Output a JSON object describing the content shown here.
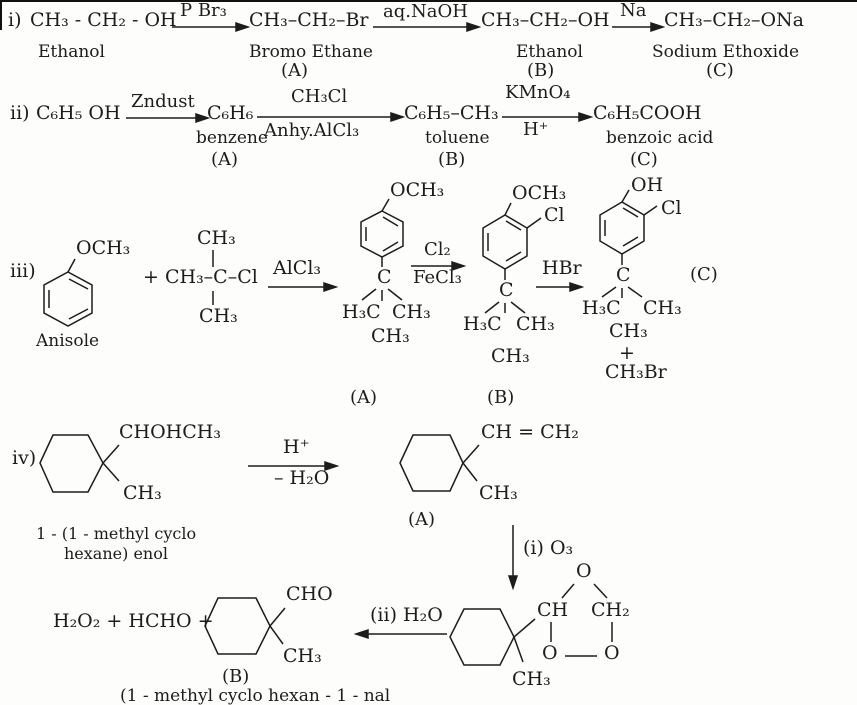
{
  "page": {
    "ink": "#1c1c1c",
    "paper": "#fdfdfc"
  },
  "r1": {
    "num": "i)",
    "reactant": "CH₃ - CH₂ - OH",
    "reactant_caption": "Ethanol",
    "arrow1_label": "P Br₃",
    "p1": "CH₃–CH₂–Br",
    "p1_caption": "Bromo Ethane",
    "p1_tag": "(A)",
    "arrow2_label": "aq.NaOH",
    "p2": "CH₃–CH₂–OH",
    "p2_caption": "Ethanol",
    "p2_tag": "(B)",
    "arrow3_label": "Na",
    "p3": "CH₃–CH₂–ONa",
    "p3_caption": "Sodium Ethoxide",
    "p3_tag": "(C)"
  },
  "r2": {
    "num": "ii)",
    "reactant": "C₆H₅ OH",
    "arrow1_label": "Zndust",
    "p1": "C₆H₆",
    "p1_caption": "benzene",
    "p1_tag": "(A)",
    "arrow2_top": "CH₃Cl",
    "arrow2_bottom": "Anhy.AlCl₃",
    "p2": "C₆H₅–CH₃",
    "p2_caption": "toluene",
    "p2_tag": "(B)",
    "arrow3_top": "KMnO₄",
    "arrow3_bottom": "H⁺",
    "p3": "C₆H₅COOH",
    "p3_caption": "benzoic acid",
    "p3_tag": "(C)"
  },
  "r3": {
    "num": "iii)",
    "anisole_sub": "OCH₃",
    "anisole_caption": "Anisole",
    "reagent": "+ CH₃–C–Cl",
    "reagent_top": "CH₃",
    "reagent_bottom": "CH₃",
    "arrow1_label": "AlCl₃",
    "a": {
      "top": "OCH₃",
      "c": "C",
      "left": "H₃C",
      "right": "CH₃",
      "below": "CH₃",
      "tag": "(A)"
    },
    "arrow2_top": "Cl₂",
    "arrow2_bottom": "FeCl₃",
    "b": {
      "top": "OCH₃",
      "cl": "Cl",
      "c": "C",
      "left": "H₃C",
      "right": "CH₃",
      "below": "CH₃",
      "tag": "(B)"
    },
    "arrow3_label": "HBr",
    "c": {
      "top": "OH",
      "cl": "Cl",
      "c": "C",
      "left": "H₃C",
      "right": "CH₃",
      "below": "CH₃",
      "plus": "+",
      "byproduct": "CH₃Br",
      "tag": "(C)"
    }
  },
  "r4": {
    "num": "iv)",
    "left": {
      "top": "CHOHCH₃",
      "bottom": "CH₃",
      "caption1": "1 - (1 - methyl cyclo",
      "caption2": "hexane) enol"
    },
    "arrow_top": "H⁺",
    "arrow_bottom": "– H₂O",
    "a": {
      "top": "CH = CH₂",
      "bottom": "CH₃",
      "tag": "(A)"
    },
    "down_arrow_label": "(i) O₃"
  },
  "r5": {
    "products": "H₂O₂ + HCHO +",
    "arrow_label": "(ii) H₂O",
    "b": {
      "top": "CHO",
      "bottom": "CH₃",
      "tag": "(B)",
      "caption": "(1 - methyl cyclo hexan - 1 - nal"
    },
    "ozonide": {
      "ch": "CH",
      "o_top": "O",
      "ch2": "CH₂",
      "o_left": "O",
      "o_right": "O",
      "ch3": "CH₃"
    }
  }
}
